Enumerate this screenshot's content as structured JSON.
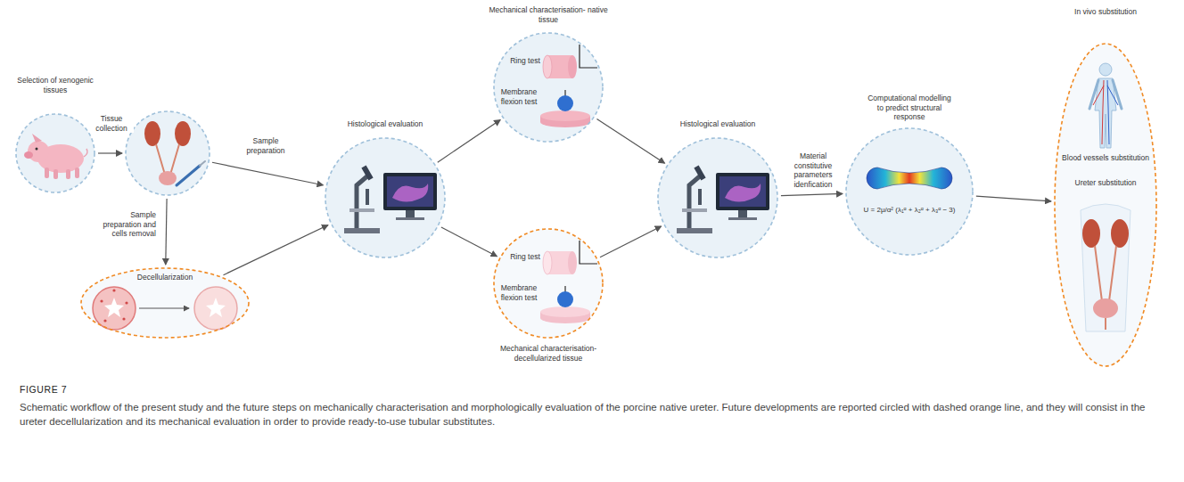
{
  "diagram": {
    "title": "FIGURE 7",
    "caption": "Schematic workflow of the present study and the future steps on mechanically characterisation and morphologically evaluation of the porcine native ureter. Future developments are reported circled with dashed orange line, and they will consist in the ureter decellularization and its mechanical evaluation in order to provide ready-to-use tubular substitutes.",
    "nodes": [
      {
        "text": [
          "Selection of xenogenic tissues"
        ]
      },
      {
        "text": []
      },
      {
        "text": [
          "Decellularization"
        ]
      },
      {
        "text": [
          "Histological evaluation"
        ]
      },
      {
        "text": [
          "Mechanical characterisation- native tissue",
          "Ring test",
          "Membrane flexion test"
        ]
      },
      {
        "text": [
          "Ring test",
          "Membrane flexion test",
          "Mechanical characterisation- decellularized tissue"
        ]
      },
      {
        "text": [
          "Histological evaluation"
        ]
      },
      {
        "text": [
          "Computational modelling to predict structural response",
          "U = 2μ/α² (λ₁ᵅ + λ₂ᵅ + λ₃ᵅ − 3)"
        ]
      },
      {
        "text": [
          "In vivo substitution",
          "Blood vessels substitution",
          "Ureter substitution"
        ]
      }
    ],
    "edges": [
      {
        "from": 0,
        "to": 1,
        "arrow": "to",
        "label": "Tissue collection"
      },
      {
        "from": 1,
        "to": 3,
        "arrow": "to",
        "label": "Sample preparation"
      },
      {
        "from": 1,
        "to": 2,
        "arrow": "to",
        "label": "Sample preparation and cells removal"
      },
      {
        "from": 2,
        "to": 3,
        "arrow": "to"
      },
      {
        "from": 3,
        "to": 4,
        "arrow": "to"
      },
      {
        "from": 3,
        "to": 5,
        "arrow": "to"
      },
      {
        "from": 4,
        "to": 6,
        "arrow": "to"
      },
      {
        "from": 5,
        "to": 6,
        "arrow": "to"
      },
      {
        "from": 6,
        "to": 7,
        "arrow": "to",
        "label": "Material constitutive parameters idenfication"
      },
      {
        "from": 7,
        "to": 8,
        "arrow": "to"
      }
    ]
  }
}
